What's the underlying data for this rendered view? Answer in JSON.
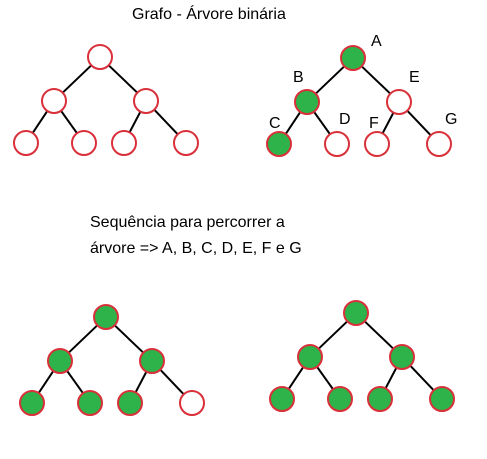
{
  "title": "Grafo - Árvore binária",
  "description": {
    "line1": "Sequência para percorrer a",
    "line2": "árvore => A, B, C, D, E, F e G"
  },
  "colors": {
    "node_border": "#d9303a",
    "node_empty": "#ffffff",
    "node_visited": "#2db34a",
    "edge": "#000000"
  },
  "tree": {
    "nodes": [
      "A",
      "B",
      "C",
      "D",
      "E",
      "F",
      "G"
    ],
    "edges": [
      [
        "A",
        "B"
      ],
      [
        "A",
        "E"
      ],
      [
        "B",
        "C"
      ],
      [
        "B",
        "D"
      ],
      [
        "E",
        "F"
      ],
      [
        "E",
        "G"
      ]
    ]
  },
  "trees": [
    {
      "id": "tree-1",
      "show_labels": false,
      "visited": []
    },
    {
      "id": "tree-2",
      "show_labels": true,
      "visited": [
        "A",
        "B",
        "C"
      ]
    },
    {
      "id": "tree-3",
      "show_labels": false,
      "visited": [
        "A",
        "B",
        "C",
        "D",
        "E",
        "F"
      ]
    },
    {
      "id": "tree-4",
      "show_labels": false,
      "visited": [
        "A",
        "B",
        "C",
        "D",
        "E",
        "F",
        "G"
      ]
    }
  ]
}
